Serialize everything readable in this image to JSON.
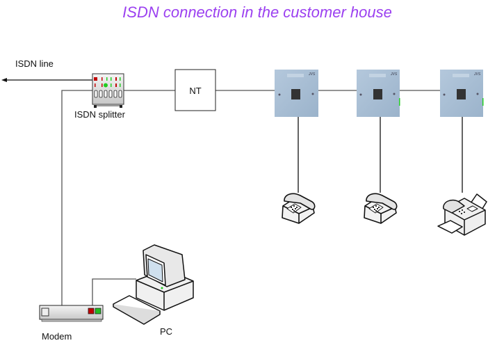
{
  "title": "ISDN connection in the customer house",
  "colors": {
    "title": "#9b40f0",
    "wire": "#555555",
    "socket": "#a7bfd6",
    "led_red": "#c00000",
    "led_green": "#22cc22"
  },
  "labels": {
    "isdn_line": "ISDN line",
    "splitter": "ISDN splitter",
    "nt": "NT",
    "modem": "Modem",
    "pc": "PC"
  },
  "sockets": [
    {
      "brand": "JVS"
    },
    {
      "brand": "JVS"
    },
    {
      "brand": "JVS"
    }
  ],
  "devices": [
    {
      "icon": "telephone-icon"
    },
    {
      "icon": "telephone-icon"
    },
    {
      "icon": "fax-icon"
    }
  ]
}
